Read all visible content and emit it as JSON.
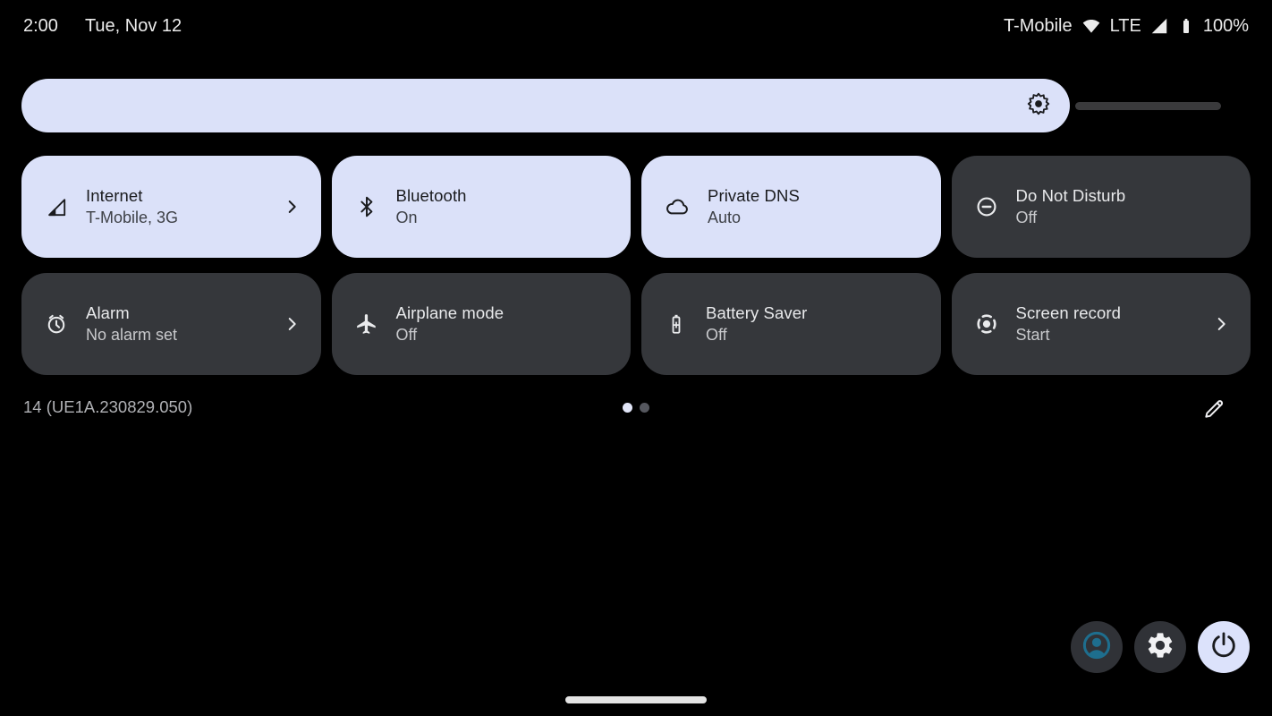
{
  "status_bar": {
    "time": "2:00",
    "date": "Tue, Nov 12",
    "carrier": "T-Mobile",
    "network_type": "LTE",
    "battery_percent": "100%"
  },
  "brightness": {
    "value_percent": 87
  },
  "tiles": [
    {
      "title": "Internet",
      "subtitle": "T-Mobile, 3G",
      "state": "active",
      "icon": "cellular-signal",
      "has_chevron": true
    },
    {
      "title": "Bluetooth",
      "subtitle": "On",
      "state": "active",
      "icon": "bluetooth",
      "has_chevron": false
    },
    {
      "title": "Private DNS",
      "subtitle": "Auto",
      "state": "active",
      "icon": "cloud",
      "has_chevron": false
    },
    {
      "title": "Do Not Disturb",
      "subtitle": "Off",
      "state": "inactive",
      "icon": "do-not-disturb",
      "has_chevron": false
    },
    {
      "title": "Alarm",
      "subtitle": "No alarm set",
      "state": "inactive",
      "icon": "alarm-clock",
      "has_chevron": true
    },
    {
      "title": "Airplane mode",
      "subtitle": "Off",
      "state": "inactive",
      "icon": "airplane",
      "has_chevron": false
    },
    {
      "title": "Battery Saver",
      "subtitle": "Off",
      "state": "inactive",
      "icon": "battery-plus",
      "has_chevron": false
    },
    {
      "title": "Screen record",
      "subtitle": "Start",
      "state": "inactive",
      "icon": "record-circle",
      "has_chevron": true
    }
  ],
  "footer": {
    "build_number": "14 (UE1A.230829.050)",
    "page_count": 2,
    "active_page": 1
  },
  "colors": {
    "accent_lavender": "#dbe1f9",
    "tile_inactive": "#35373b",
    "slider_track": "#3a3a3c",
    "avatar_accent": "#1e6e8e",
    "background": "#000000"
  }
}
